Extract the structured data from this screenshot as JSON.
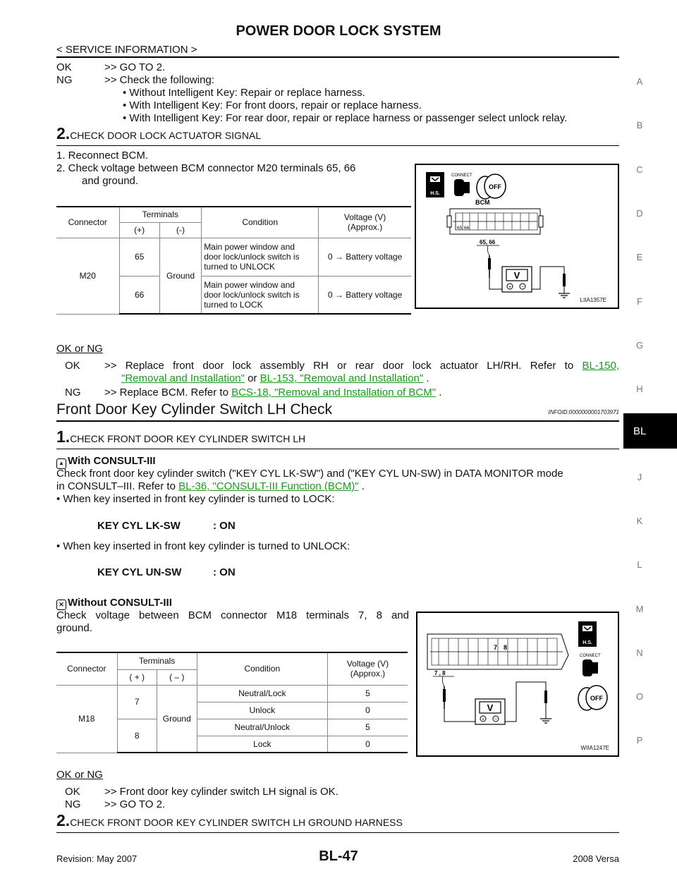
{
  "header": {
    "title": "POWER DOOR LOCK SYSTEM",
    "section": "< SERVICE INFORMATION >"
  },
  "side_index": [
    "A",
    "B",
    "C",
    "D",
    "E",
    "F",
    "G",
    "H",
    "BL",
    "J",
    "K",
    "L",
    "M",
    "N",
    "O",
    "P"
  ],
  "block1": {
    "ok_label": "OK",
    "ok_text": ">> GO TO 2.",
    "ng_label": "NG",
    "ng_text": ">> Check the following:",
    "bullets": [
      "• Without Intelligent Key: Repair or replace harness.",
      "• With Intelligent Key: For front doors, repair or replace harness.",
      "• With Intelligent Key: For rear door, repair or replace harness or passenger select unlock relay."
    ]
  },
  "step2a": {
    "num": "2.",
    "title": "CHECK DOOR LOCK ACTUATOR SIGNAL",
    "line1": "1.  Reconnect BCM.",
    "line2": "2.  Check voltage between BCM connector M20 terminals 65, 66",
    "line3": "and ground.",
    "table": {
      "h_connector": "Connector",
      "h_terminals": "Terminals",
      "h_condition": "Condition",
      "h_voltage1": "Voltage (V)",
      "h_voltage2": "(Approx.)",
      "h_plus": "(+)",
      "h_minus": "(-)",
      "connector": "M20",
      "ground": "Ground",
      "rows": [
        {
          "term": "65",
          "cond1": "Main power window and",
          "cond2": "door lock/unlock switch is",
          "cond3": "turned to UNLOCK",
          "volt": "0 → Battery voltage"
        },
        {
          "term": "66",
          "cond1": "Main power window and",
          "cond2": "door lock/unlock switch is",
          "cond3": "turned to LOCK",
          "volt": "0 → Battery voltage"
        }
      ]
    },
    "figure": {
      "connect": "CONNECT",
      "hs": "H.S.",
      "off": "OFF",
      "bcm": "BCM",
      "pin65": "65",
      "pin66": "66",
      "label": "65, 66",
      "meter": "V",
      "plus": "+",
      "minus": "−",
      "id": "LIIA1357E"
    },
    "okng": "OK or NG",
    "ok_label": "OK",
    "ok_text": ">> Replace front door lock assembly RH or rear door lock actuator LH/RH. Refer to",
    "ok_link1": "BL-150,",
    "ok_link2": "\"Removal and Installation\"",
    "ok_or": "or",
    "ok_link3": "BL-153, \"Removal and Installation\"",
    "ok_end": ".",
    "ng_label": "NG",
    "ng_text": ">> Replace BCM. Refer to",
    "ng_link": "BCS-18, \"Removal and Installation of BCM\"",
    "ng_end": "."
  },
  "section2": {
    "title": "Front Door Key Cylinder Switch LH Check",
    "infoid": "INFOID:0000000001703971"
  },
  "step1": {
    "num": "1.",
    "title": "CHECK FRONT DOOR KEY CYLINDER SWITCH LH",
    "with_label": "With CONSULT-III",
    "with_text1": "Check front door key cylinder switch (\"KEY CYL LK-SW\") and (\"KEY CYL UN-SW) in DATA MONITOR mode",
    "with_text2": "in CONSULT–III. Refer to",
    "with_link": "BL-36, \"CONSULT-III Function (BCM)\"",
    "with_end": ".",
    "bullet1": "•  When key inserted in front key cylinder is turned to LOCK:",
    "mon1_name": "KEY CYL LK-SW",
    "mon1_val": ": ON",
    "bullet2": "•  When key inserted in front key cylinder is turned to UNLOCK:",
    "mon2_name": "KEY CYL UN-SW",
    "mon2_val": ": ON",
    "without_label": "Without CONSULT-III",
    "without_text1": "Check voltage between BCM connector M18 terminals 7, 8 and",
    "without_text2": "ground.",
    "table": {
      "h_connector": "Connector",
      "h_terminals": "Terminals",
      "h_condition": "Condition",
      "h_voltage1": "Voltage (V)",
      "h_voltage2": "(Approx.)",
      "h_plus": "( + )",
      "h_minus": "( – )",
      "connector": "M18",
      "ground": "Ground",
      "term7": "7",
      "term8": "8",
      "rows": [
        {
          "cond": "Neutral/Lock",
          "volt": "5"
        },
        {
          "cond": "Unlock",
          "volt": "0"
        },
        {
          "cond": "Neutral/Unlock",
          "volt": "5"
        },
        {
          "cond": "Lock",
          "volt": "0"
        }
      ]
    },
    "figure": {
      "pin7": "7",
      "pin8": "8",
      "label": "7 , 8",
      "meter": "V",
      "plus": "+",
      "minus": "−",
      "hs": "H.S.",
      "connect": "CONNECT",
      "off": "OFF",
      "id": "WIIA1247E"
    },
    "okng": "OK or NG",
    "ok_label": "OK",
    "ok_text": ">> Front door key cylinder switch LH signal is OK.",
    "ng_label": "NG",
    "ng_text": ">> GO TO 2."
  },
  "step2b": {
    "num": "2.",
    "title": "CHECK FRONT DOOR KEY CYLINDER SWITCH LH GROUND HARNESS"
  },
  "footer": {
    "revision": "Revision: May 2007",
    "page": "BL-47",
    "model": "2008 Versa"
  }
}
